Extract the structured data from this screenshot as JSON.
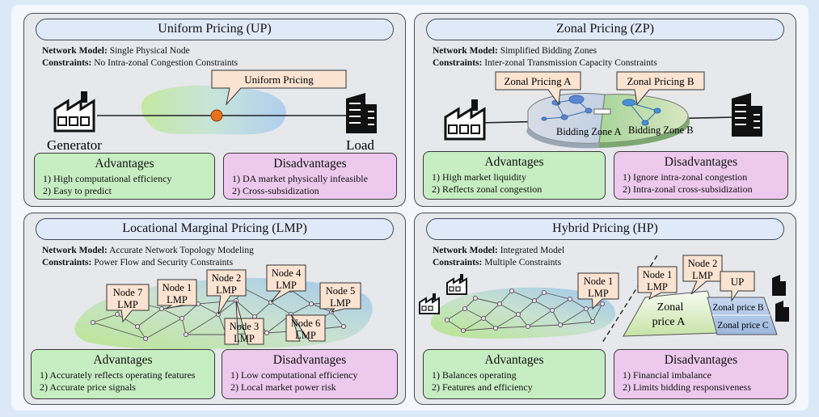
{
  "panels": {
    "up": {
      "title": "Uniform Pricing (UP)",
      "network_label": "Network Model:",
      "network_value": "Single Physical Node",
      "constraints_label": "Constraints:",
      "constraints_value": "No Intra-zonal Congestion Constraints",
      "callout": "Uniform Pricing",
      "generator_label": "Generator",
      "load_label": "Load",
      "advantages": {
        "title": "Advantages",
        "items": [
          "1) High computational efficiency",
          "2) Easy to predict"
        ]
      },
      "disadvantages": {
        "title": "Disadvantages",
        "items": [
          "1) DA market physically infeasible",
          "2) Cross-subsidization"
        ]
      }
    },
    "zp": {
      "title": "Zonal Pricing (ZP)",
      "network_label": "Network Model:",
      "network_value": "Simplified Bidding Zones",
      "constraints_label": "Constraints:",
      "constraints_value": "Inter-zonal Transmission Capacity Constraints",
      "callout_a": "Zonal Pricing A",
      "callout_b": "Zonal Pricing B",
      "zone_a": "Bidding Zone A",
      "zone_b": "Bidding Zone B",
      "advantages": {
        "title": "Advantages",
        "items": [
          "1) High market liquidity",
          "2) Reflects zonal congestion"
        ]
      },
      "disadvantages": {
        "title": "Disadvantages",
        "items": [
          "1) Ignore intra-zonal congestion",
          "2) Intra-zonal cross-subsidization"
        ]
      }
    },
    "lmp": {
      "title": "Locational Marginal Pricing  (LMP)",
      "network_label": "Network Model:",
      "network_value": "Accurate Network Topology Modeling",
      "constraints_label": "Constraints:",
      "constraints_value": "Power Flow and Security Constraints",
      "nodes": [
        {
          "name": "Node 7",
          "tag": "LMP"
        },
        {
          "name": "Node 1",
          "tag": "LMP"
        },
        {
          "name": "Node 2",
          "tag": "LMP"
        },
        {
          "name": "Node 4",
          "tag": "LMP"
        },
        {
          "name": "Node 5",
          "tag": "LMP"
        },
        {
          "name": "Node 3",
          "tag": "LMP"
        },
        {
          "name": "Node 6",
          "tag": "LMP"
        }
      ],
      "advantages": {
        "title": "Advantages",
        "items": [
          "1) Accurately reflects operating features",
          "2) Accurate price signals"
        ]
      },
      "disadvantages": {
        "title": "Disadvantages",
        "items": [
          "1) Low computational efficiency",
          "2) Local market power risk"
        ]
      }
    },
    "hp": {
      "title": "Hybrid Pricing (HP)",
      "network_label": "Network Model:",
      "network_value": "Integrated Model",
      "constraints_label": "Constraints:",
      "constraints_value": "Multiple Constraints",
      "nodes": [
        {
          "name": "Node 1",
          "tag": "LMP"
        },
        {
          "name": "Node 1",
          "tag": "LMP"
        },
        {
          "name": "Node 2",
          "tag": "LMP"
        }
      ],
      "up_callout": "UP",
      "zonal_a": [
        "Zonal",
        "price A"
      ],
      "zonal_b": "Zonal price B",
      "zonal_c": "Zonal price C",
      "advantages": {
        "title": "Advantages",
        "items": [
          "1) Balances operating",
          "2) Features and efficiency"
        ]
      },
      "disadvantages": {
        "title": "Disadvantages",
        "items": [
          "1) Financial imbalance",
          "2) Limits bidding responsiveness"
        ]
      }
    }
  },
  "colors": {
    "panel_bg": "#e6e8ec",
    "title_bg": "#dfe9f7",
    "advantages_bg": "#c7edc2",
    "disadvantages_bg": "#ecc9ed",
    "callout_bg": "#fbe3d2",
    "uniform_node": "#e8711f"
  }
}
